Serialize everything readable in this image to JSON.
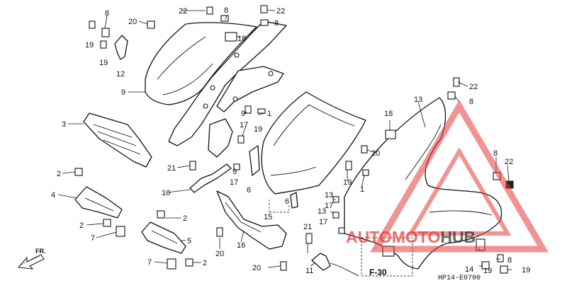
{
  "diagram": {
    "code": "HP14-E0700",
    "reference": "F-30",
    "direction": "FR.",
    "part_numbers": [
      "2",
      "3",
      "4",
      "5",
      "6",
      "7",
      "8",
      "9",
      "10",
      "11",
      "12",
      "13",
      "14",
      "15",
      "16",
      "17",
      "18",
      "19",
      "20",
      "21",
      "22"
    ]
  },
  "watermark": {
    "text_part_1": "AUTO",
    "text_part_2": "MOTO",
    "text_part_3": "HUB",
    "color_red": "#e43b3b",
    "color_dark": "#333333"
  }
}
